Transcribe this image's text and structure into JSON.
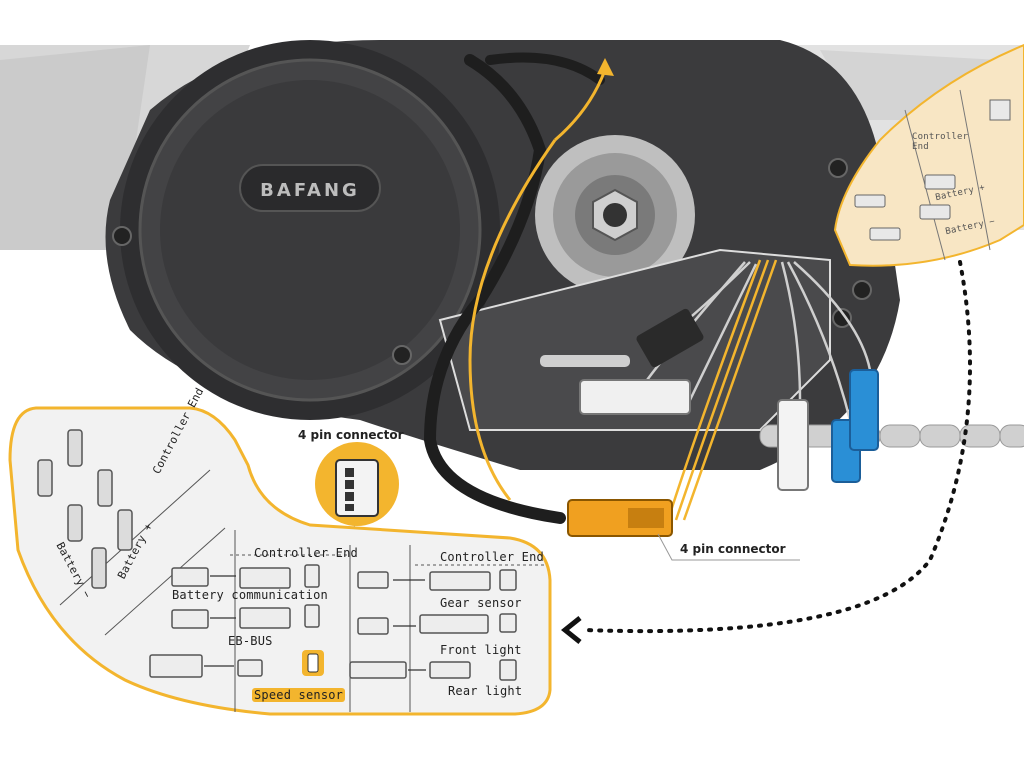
{
  "motor": {
    "brand": "BAFANG"
  },
  "callouts": {
    "pin4_top": "4 pin connector",
    "pin4_cable": "4 pin connector"
  },
  "panel_left": {
    "controller_end": "Controller End",
    "battery_plus": "Battery +",
    "battery_minus": "Battery −",
    "battery_comm": "Battery communication",
    "ebus": "EB-BUS",
    "speed_sensor": "Speed sensor"
  },
  "panel_right": {
    "controller_end": "Controller End",
    "gear_sensor": "Gear sensor",
    "front_light": "Front light",
    "rear_light": "Rear light"
  },
  "panel_corner": {
    "controller_end": "Controller End",
    "battery_plus": "Battery +",
    "battery_minus": "Battery −"
  },
  "colors": {
    "accent": "#f3b52e",
    "orange_connector": "#f0a020",
    "blue_connector": "#2a8fd6",
    "motor_dark": "#3a3a3c",
    "panel_bg": "#f2f2f2",
    "panel_corner_bg": "#f8e6c4"
  }
}
